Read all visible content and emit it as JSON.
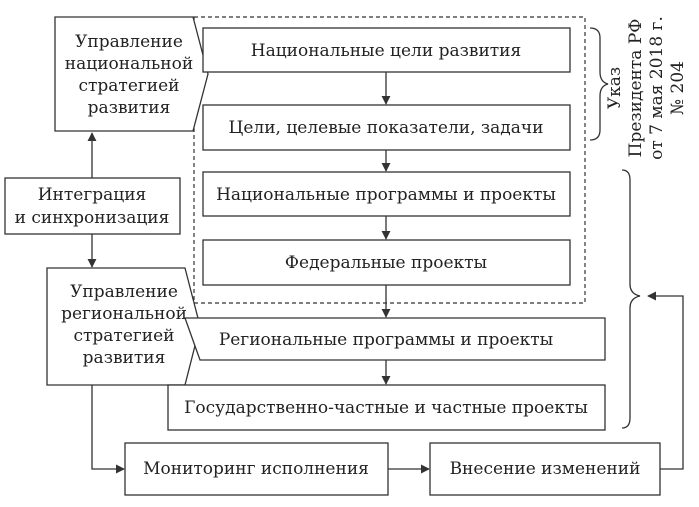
{
  "nodes": {
    "national_mgmt": [
      "Управление",
      "национальной",
      "стратегией",
      "развития"
    ],
    "integration": [
      "Интеграция",
      "и синхронизация"
    ],
    "regional_mgmt": [
      "Управление",
      "региональной",
      "стратегией",
      "развития"
    ],
    "national_goals": "Национальные цели развития",
    "goals_indicators": "Цели, целевые показатели, задачи",
    "national_programs": "Национальные программы и проекты",
    "federal_projects": "Федеральные проекты",
    "regional_programs": "Региональные программы  и проекты",
    "ppp_projects": "Государственно-частные и частные проекты",
    "monitoring": "Мониторинг исполнения",
    "changes": "Внесение изменений"
  },
  "decree": [
    "Указ",
    "Президента РФ",
    "от 7 мая 2018 г.",
    "№ 204"
  ]
}
